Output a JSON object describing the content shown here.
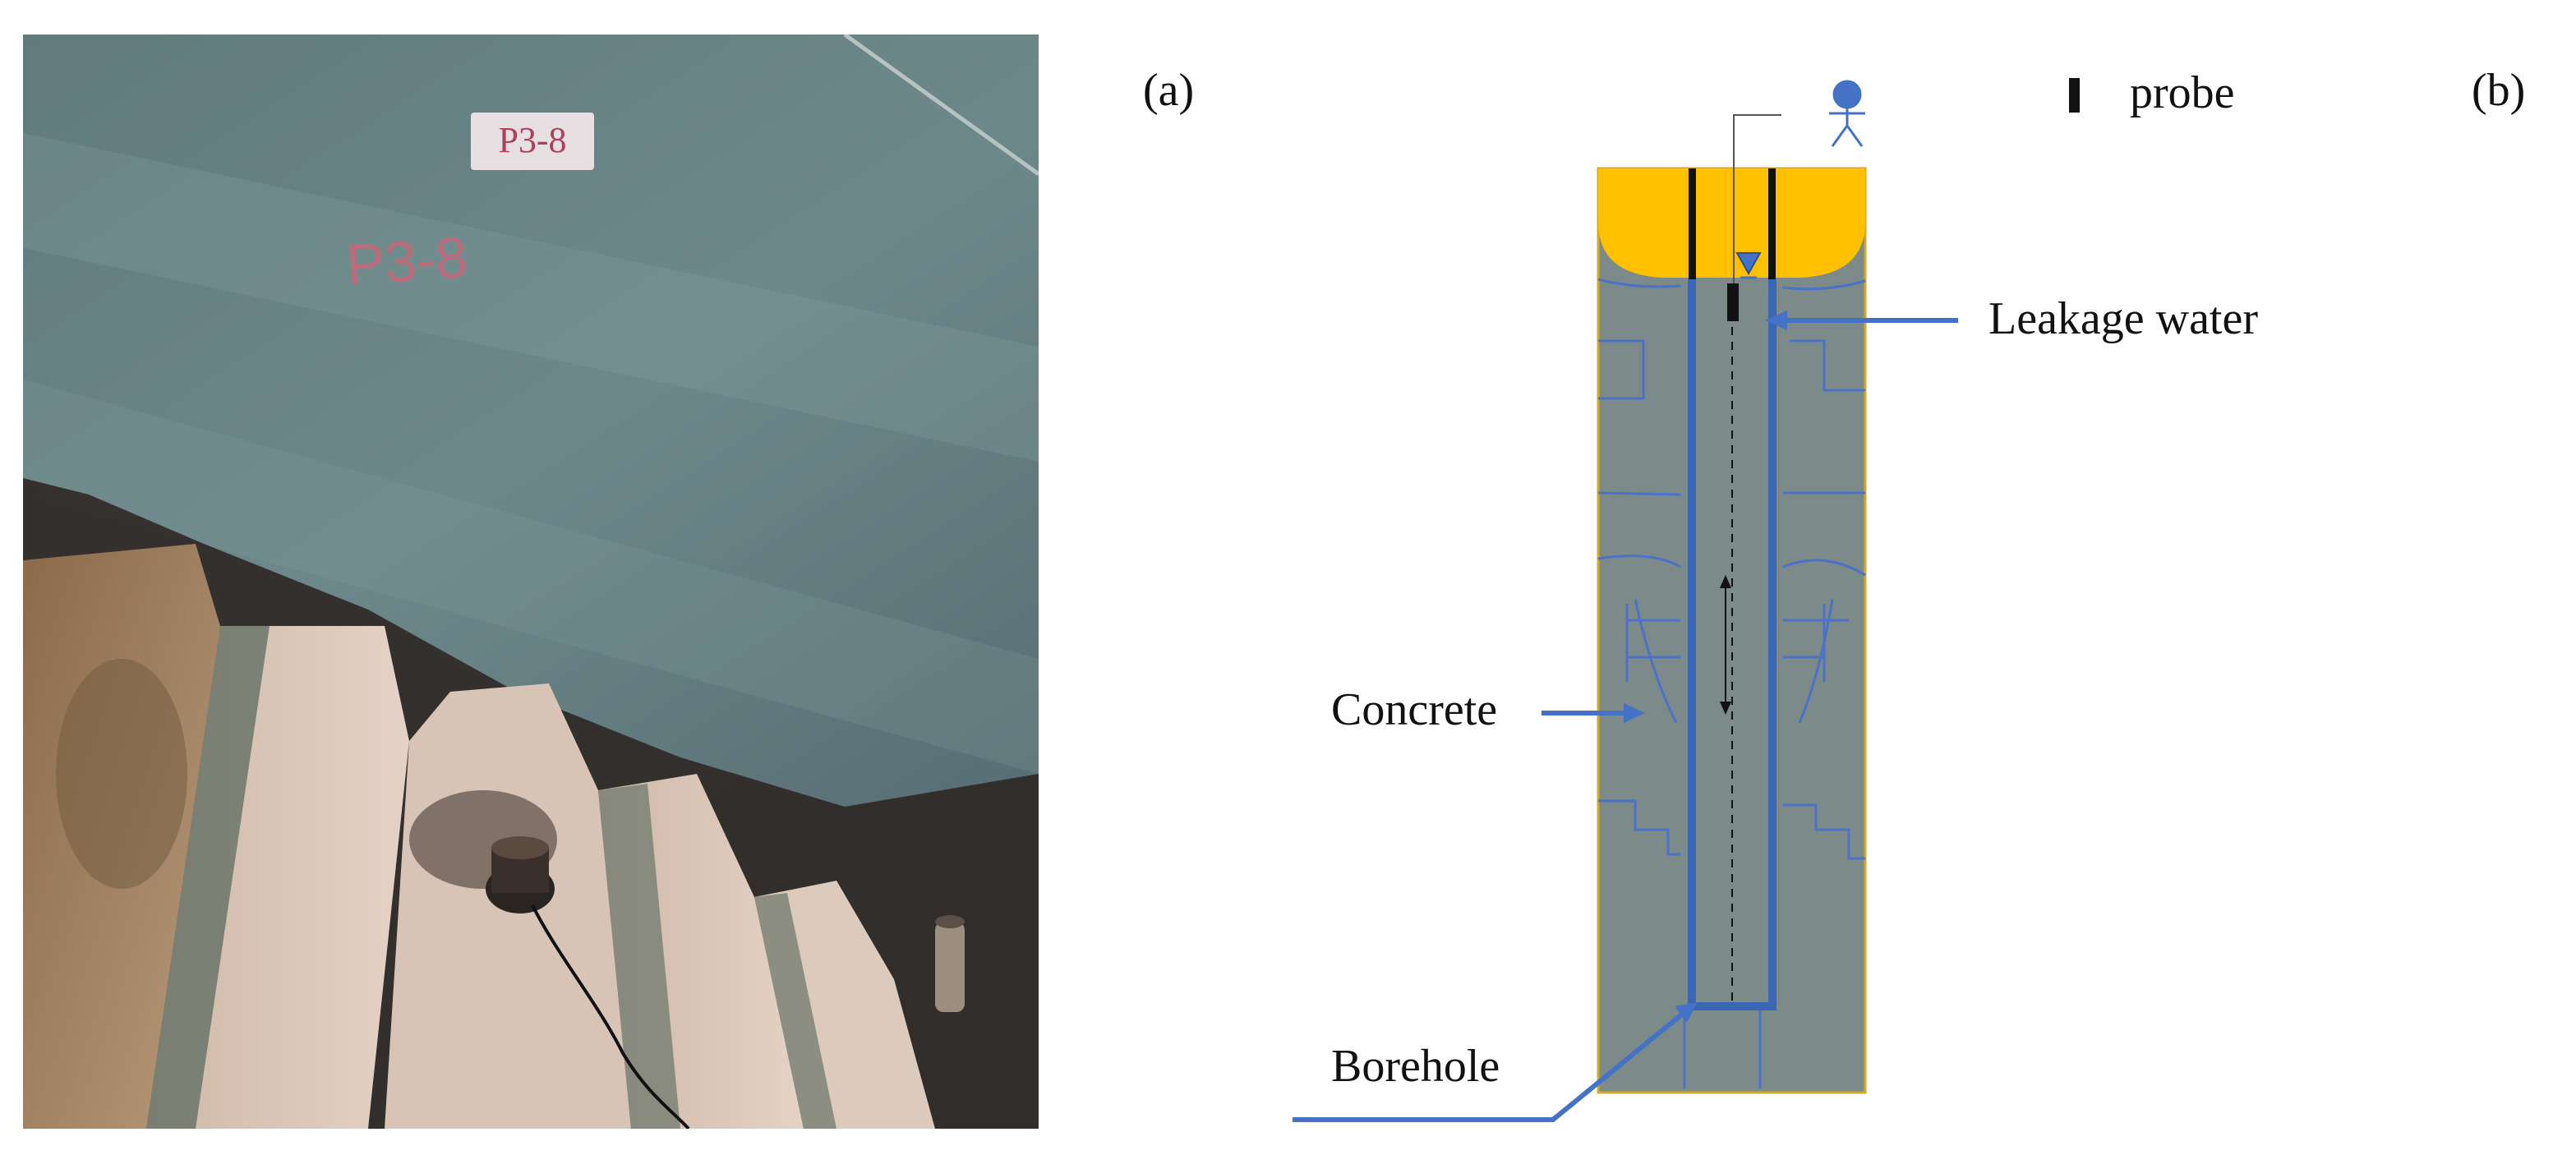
{
  "panel_a": {
    "label": "(a)",
    "photo": {
      "sign_text": "P3-8",
      "painted_text": "P3-8"
    }
  },
  "panel_b": {
    "label": "(b)",
    "legend": {
      "label": "probe"
    },
    "callouts": {
      "leakage_water": "Leakage water",
      "concrete": "Concrete",
      "borehole": "Borehole"
    }
  },
  "colors": {
    "concrete_fill": "#7d8a8a",
    "water_cap": "#ffc000",
    "borehole_line": "#4472c4",
    "crack_line": "#4a72c8",
    "probe": "#111111"
  },
  "icons": [
    "person-icon",
    "water-level-icon",
    "probe-icon",
    "double-arrow-icon"
  ]
}
